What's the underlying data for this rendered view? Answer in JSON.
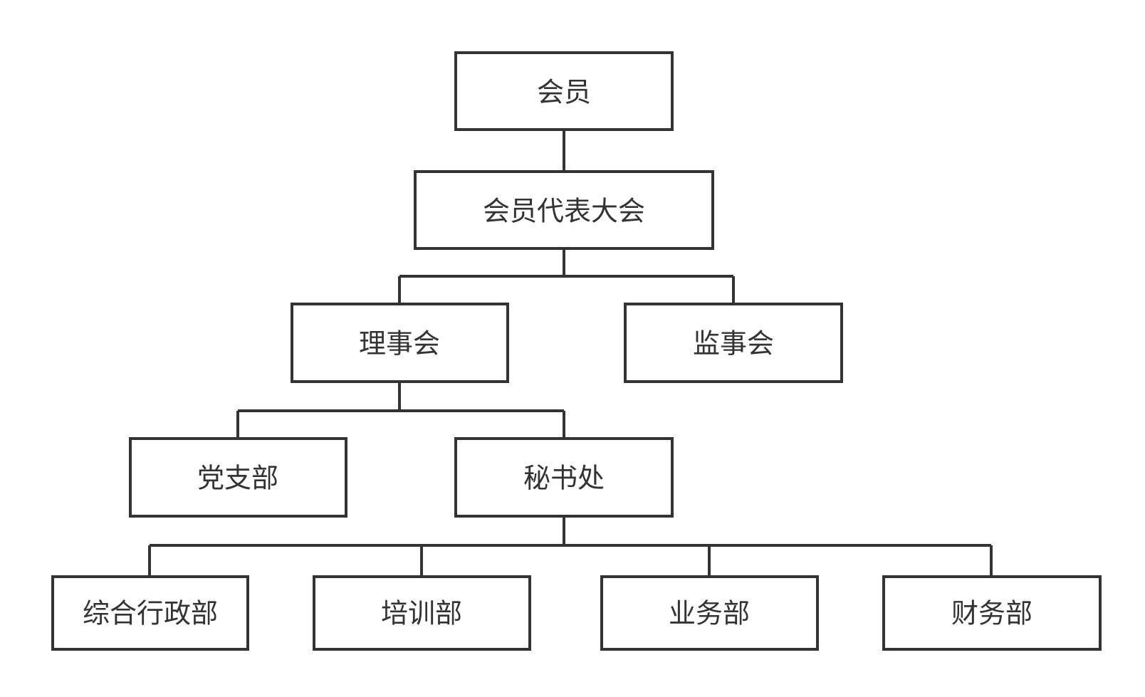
{
  "diagram": {
    "type": "org-chart",
    "line_color": "#333333",
    "box_fill": "#ffffff",
    "text_color": "#333333",
    "nodes": [
      {
        "id": "members",
        "label": "会员"
      },
      {
        "id": "congress",
        "label": "会员代表大会"
      },
      {
        "id": "council",
        "label": "理事会"
      },
      {
        "id": "supervisory",
        "label": "监事会"
      },
      {
        "id": "party_branch",
        "label": "党支部"
      },
      {
        "id": "secretariat",
        "label": "秘书处"
      },
      {
        "id": "admin_dept",
        "label": "综合行政部"
      },
      {
        "id": "training_dept",
        "label": "培训部"
      },
      {
        "id": "business_dept",
        "label": "业务部"
      },
      {
        "id": "finance_dept",
        "label": "财务部"
      }
    ],
    "edges": [
      {
        "from": "members",
        "to": "congress"
      },
      {
        "from": "congress",
        "to": "council"
      },
      {
        "from": "congress",
        "to": "supervisory"
      },
      {
        "from": "council",
        "to": "party_branch"
      },
      {
        "from": "council",
        "to": "secretariat"
      },
      {
        "from": "secretariat",
        "to": "admin_dept"
      },
      {
        "from": "secretariat",
        "to": "training_dept"
      },
      {
        "from": "secretariat",
        "to": "business_dept"
      },
      {
        "from": "secretariat",
        "to": "finance_dept"
      }
    ]
  }
}
